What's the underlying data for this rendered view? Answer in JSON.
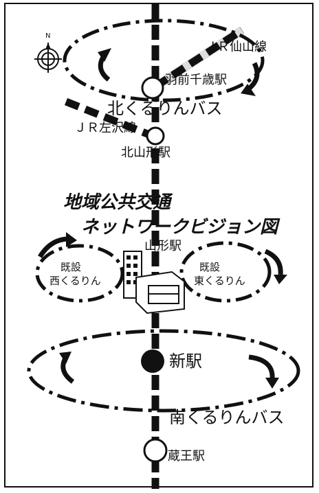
{
  "stations": {
    "jr_senzan_line": "ＪＲ仙山線",
    "uzen_chitose": "羽前千歳駅",
    "jr_sasawa_line": "ＪＲ左沢線",
    "kita_yamagata": "北山形駅",
    "yamagata": "山形駅",
    "shin_eki": "新駅",
    "zao": "蔵王駅"
  },
  "buses": {
    "north": "北くるりんバス",
    "south": "南くるりんバス",
    "west_line1": "既設",
    "west_line2": "西くるりん",
    "east_line1": "既設",
    "east_line2": "東くるりん"
  },
  "title": {
    "line1": "地域公共交通",
    "line2": "ネットワークビジョン図"
  },
  "compass": {
    "north_mark": "N"
  }
}
